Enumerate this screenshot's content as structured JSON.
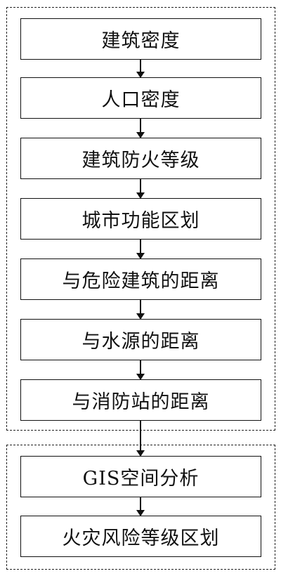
{
  "steps": [
    "建筑密度",
    "人口密度",
    "建筑防火等级",
    "城市功能区划",
    "与危险建筑的距离",
    "与水源的距离",
    "与消防站的距离",
    "GIS空间分析",
    "火灾风险等级区划"
  ]
}
